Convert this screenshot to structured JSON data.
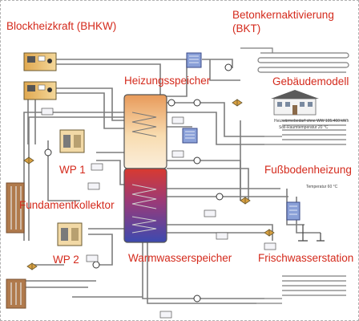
{
  "labels": {
    "bhkw": "Blockheizkraft (BHKW)",
    "bkt_line1": "Betonkernaktivierung",
    "bkt_line2": "(BKT)",
    "heizungsspeicher": "Heizungsspeicher",
    "gebaeudemodell": "Gebäudemodell",
    "wp1": "WP 1",
    "fussbodenheizung": "Fußbodenheizung",
    "fundamentkollektor": "Fundamentkollektor",
    "wp2": "WP 2",
    "warmwasserspeicher": "Warmwasserspeicher",
    "frischwasserstation": "Frischwasserstation"
  },
  "building": {
    "line1": "Heizwärmebedarf ohne WW 105.460 kWh",
    "line2": "Soll-Raumtemperatur 20 °C"
  },
  "temperature": "Temperatur 60 °C",
  "colors": {
    "label": "#d42a1c",
    "pipe": "#7a7a7a",
    "tank_hot": "#f0b070",
    "tank_cold": "#4a4fb0",
    "unit": "#e8c070"
  }
}
